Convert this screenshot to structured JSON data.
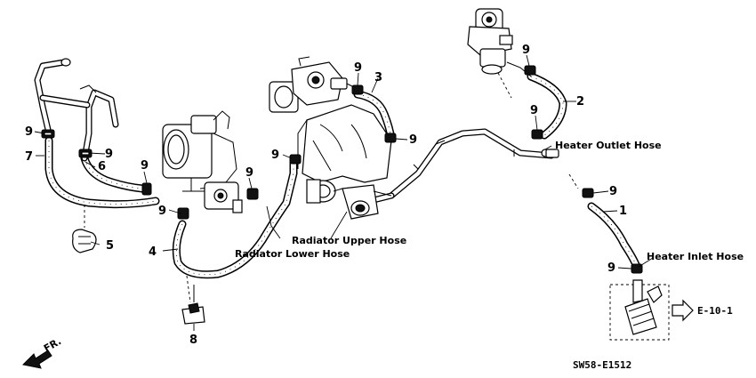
{
  "callouts": {
    "c1": "1",
    "c2": "2",
    "c3": "3",
    "c4": "4",
    "c5": "5",
    "c6": "6",
    "c7": "7",
    "c8": "8",
    "c9": "9"
  },
  "labels": {
    "heater_outlet_hose": "Heater Outlet Hose",
    "heater_inlet_hose": "Heater Inlet Hose",
    "radiator_upper_hose": "Radiator Upper Hose",
    "radiator_lower_hose": "Radiator Lower Hose"
  },
  "reference": {
    "arrow_target": "E-10-1"
  },
  "front_indicator": "FR.",
  "diagram_code": "SW58-E1512"
}
